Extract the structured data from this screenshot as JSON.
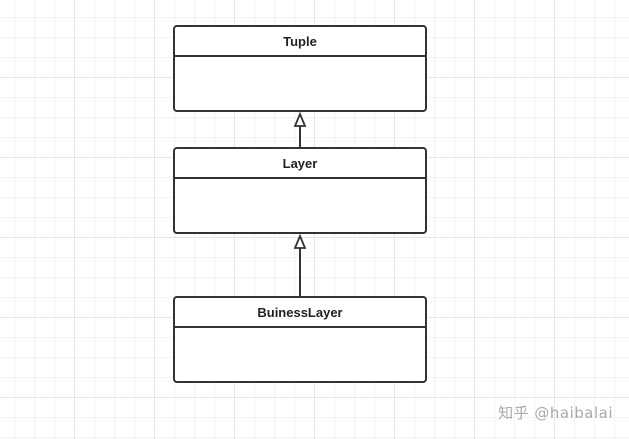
{
  "diagram": {
    "classes": [
      {
        "id": "tuple",
        "name": "Tuple"
      },
      {
        "id": "layer",
        "name": "Layer"
      },
      {
        "id": "buinesslayer",
        "name": "BuinessLayer"
      }
    ],
    "relations": [
      {
        "from": "Layer",
        "to": "Tuple",
        "type": "generalization"
      },
      {
        "from": "BuinessLayer",
        "to": "Layer",
        "type": "generalization"
      }
    ]
  },
  "watermark": "知乎 @haibalai",
  "colors": {
    "stroke": "#333333",
    "grid_major": "#e6e6e6",
    "grid_minor": "#f3f3f3",
    "watermark": "#8c8c8c"
  }
}
